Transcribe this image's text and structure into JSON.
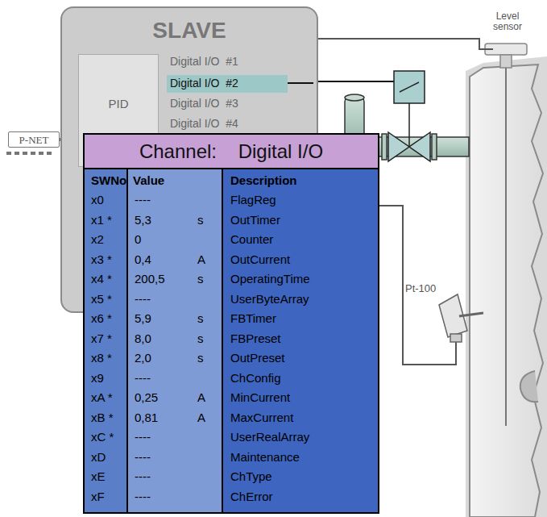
{
  "diagram": {
    "nodes": [
      {
        "text": [
          "SLAVE"
        ]
      },
      {
        "text": [
          "PID"
        ],
        "in": 0
      },
      {
        "text": [
          "Digital I/O  #2"
        ],
        "in": 0
      },
      {
        "text": [
          "P-NET"
        ]
      },
      {
        "text": [
          "Channel:    Digital I/O"
        ]
      }
    ],
    "edges": [
      {
        "from": 3,
        "to": 0,
        "arrow": "none"
      }
    ],
    "labels": [
      "Level sensor",
      "Digital I/O  #1",
      "Digital I/O  #3",
      "Digital I/O  #4",
      "Pt-100",
      "SWNo",
      "Value",
      "Description",
      "x0",
      "----",
      "FlagReg",
      "x1 *",
      "5,3",
      "s",
      "OutTimer",
      "x2",
      "0",
      "Counter",
      "x3 *",
      "0,4",
      "A",
      "OutCurrent",
      "x4 *",
      "200,5",
      "s",
      "OperatingTime",
      "x5 *",
      "----",
      "UserByteArray",
      "x6 *",
      "5,9",
      "s",
      "FBTimer",
      "x7 *",
      "8,0",
      "s",
      "FBPreset",
      "x8 *",
      "2,0",
      "s",
      "OutPreset",
      "x9",
      "----",
      "ChConfig",
      "xA *",
      "0,25",
      "A",
      "MinCurrent",
      "xB *",
      "0,81",
      "A",
      "MaxCurrent",
      "xC *",
      "----",
      "UserRealArray",
      "xD",
      "----",
      "Maintenance",
      "xE",
      "----",
      "ChType",
      "xF",
      "----",
      "ChError"
    ]
  }
}
